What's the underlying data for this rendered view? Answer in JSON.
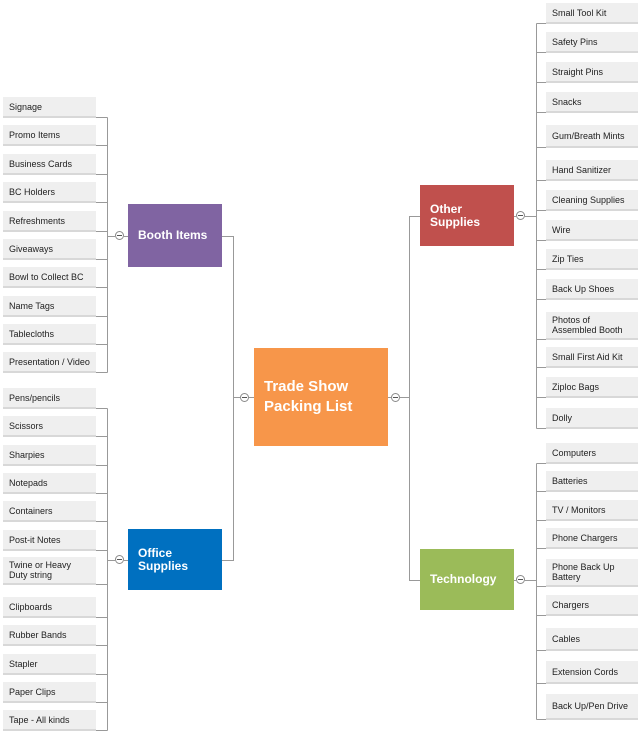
{
  "center": {
    "label": "Trade Show Packing List",
    "color": "#f7964a"
  },
  "branches": {
    "booth": {
      "label": "Booth Items",
      "color": "#8064a2",
      "items": [
        "Signage",
        "Promo Items",
        "Business Cards",
        "BC Holders",
        "Refreshments",
        "Giveaways",
        "Bowl to Collect BC",
        "Name Tags",
        "Tablecloths",
        "Presentation / Video"
      ]
    },
    "office": {
      "label": "Office Supplies",
      "color": "#0070c0",
      "items": [
        "Pens/pencils",
        "Scissors",
        "Sharpies",
        "Notepads",
        "Containers",
        "Post-it Notes",
        "Twine or Heavy Duty string",
        "Clipboards",
        "Rubber Bands",
        "Stapler",
        "Paper Clips",
        "Tape - All kinds"
      ]
    },
    "other": {
      "label": "Other Supplies",
      "color": "#c0504d",
      "items": [
        "Small Tool Kit",
        "Safety Pins",
        "Straight Pins",
        "Snacks",
        "Gum/Breath Mints",
        "Hand Sanitizer",
        "Cleaning Supplies",
        "Wire",
        "Zip Ties",
        "Back Up Shoes",
        "Photos of Assembled Booth",
        "Small First Aid Kit",
        "Ziploc Bags",
        "Dolly"
      ]
    },
    "tech": {
      "label": "Technology",
      "color": "#9bbb59",
      "items": [
        "Computers",
        "Batteries",
        "TV / Monitors",
        "Phone Chargers",
        "Phone Back Up Battery",
        "Chargers",
        "Cables",
        "Extension Cords",
        "Back Up/Pen Drive"
      ]
    }
  },
  "colors": {
    "line": "#999999",
    "leaf_bg": "#efefef"
  }
}
